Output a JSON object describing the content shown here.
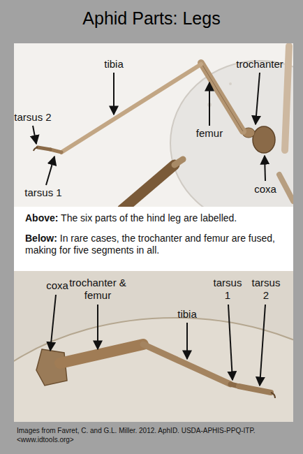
{
  "diagram": {
    "title": "Aphid Parts: Legs",
    "caption": "Images from Favret, C. and G.L. Miller. 2012. AphID. USDA-APHIS-PPQ-ITP. <www.idtools.org>",
    "nodes": [
      {
        "text": [
          "Above: The six parts of the hind leg are labelled.",
          "Below: In rare cases, the trochanter and femur are fused, making for five segments in all."
        ]
      }
    ],
    "labels": [
      "tibia",
      "trochanter",
      "tarsus 2",
      "femur",
      "tarsus 1",
      "coxa",
      "trochanter & femur",
      "coxa",
      "tibia",
      "tarsus 1",
      "tarsus 2"
    ]
  }
}
